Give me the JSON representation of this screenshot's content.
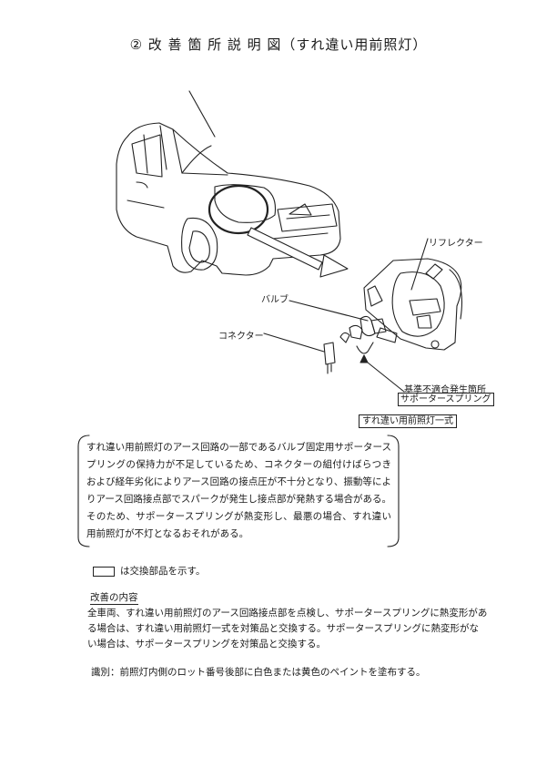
{
  "title": "② 改 善 箇 所 説 明 図（すれ違い用前照灯）",
  "labels": {
    "reflector": "リフレクター",
    "bulb": "バルブ",
    "connector": "コネクター",
    "defect_location": "基準不適合発生箇所",
    "supporter_spring": "サポータースプリング",
    "headlamp_assembly": "すれ違い用前照灯一式"
  },
  "description": "すれ違い用前照灯のアース回路の一部であるバルブ固定用サポータースプリングの保持力が不足しているため、コネクターの組付けばらつきおよび経年劣化によりアース回路の接点圧が不十分となり、振動等によりアース回路接点部でスパークが発生し接点部が発熱する場合がある。そのため、サポータースプリングが熱変形し、最悪の場合、すれ違い用前照灯が不灯となるおそれがある。",
  "legend": "は交換部品を示す。",
  "improvement": {
    "heading": "改善の内容",
    "body": "全車両、すれ違い用前照灯のアース回路接点部を点検し、サポータースプリングに熱変形がある場合は、すれ違い用前照灯一式を対策品と交換する。サポータースプリングに熱変形がない場合は、サポータースプリングを対策品と交換する。"
  },
  "identification": "識別：前照灯内側のロット番号後部に白色または黄色のペイントを塗布する。"
}
